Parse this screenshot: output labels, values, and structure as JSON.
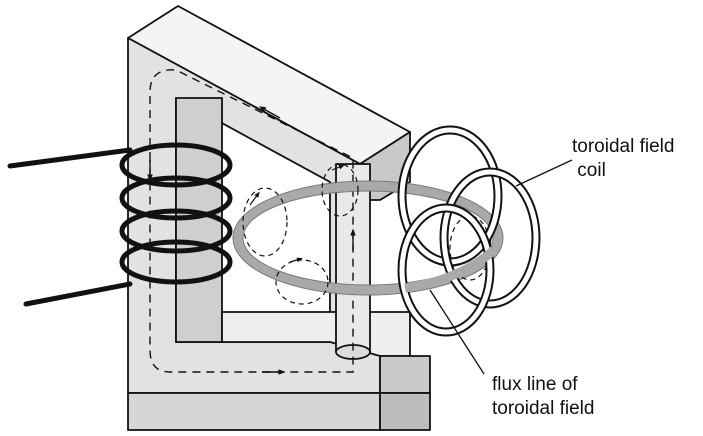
{
  "labels": {
    "toroidal_coil": [
      "toroidal field",
      " coil"
    ],
    "flux_line": [
      "flux line of",
      "toroidal field"
    ]
  },
  "colors": {
    "core_front": "#e2e2e2",
    "core_top": "#f4f4f4",
    "core_side": "#c9c9c9",
    "outline": "#111111",
    "flux_ring": "#a9a9a9",
    "wire": "#111111"
  }
}
